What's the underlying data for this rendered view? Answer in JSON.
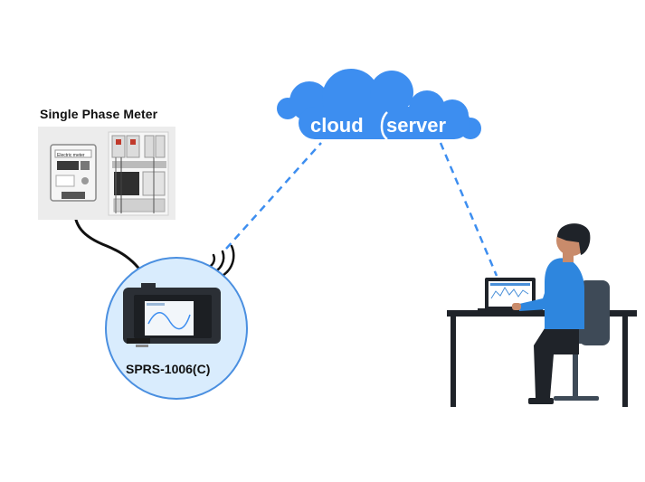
{
  "meter": {
    "title": "Single Phase Meter",
    "display_text": "Electric meter"
  },
  "device": {
    "label": "SPRS-1006(C)"
  },
  "cloud": {
    "word1": "cloud",
    "word2": "server"
  },
  "colors": {
    "accent_blue": "#3d8ef0",
    "circle_fill": "#d9ecfd",
    "circle_stroke": "#4a8fe0",
    "dark": "#1f2329",
    "shirt": "#2e86de",
    "chair": "#3e4a57"
  }
}
